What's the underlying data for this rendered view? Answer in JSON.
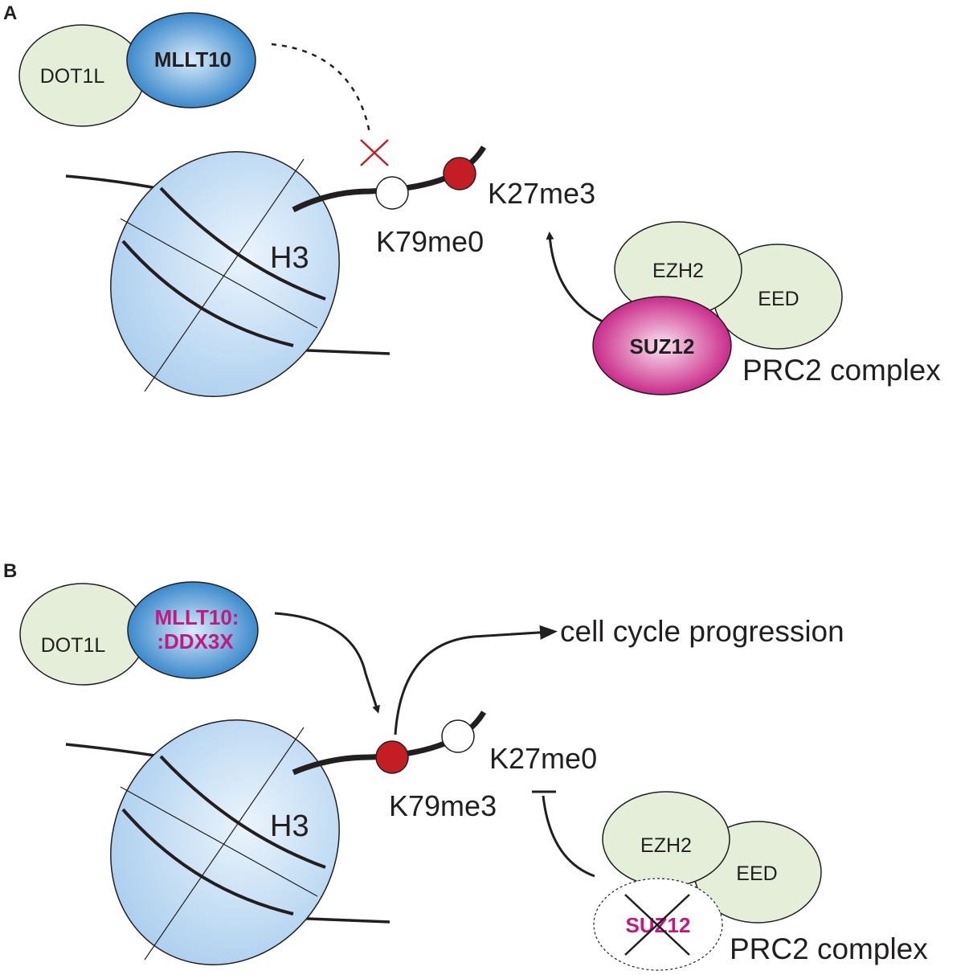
{
  "panels": [
    {
      "letter": "A",
      "dot1l": "DOT1L",
      "mllt_line1": "MLLT10",
      "mllt_line2": "",
      "histone": "H3",
      "k79_label": "K79me0",
      "k27_label": "K27me3",
      "ezh2": "EZH2",
      "eed": "EED",
      "suz12": "SUZ12",
      "complex": "PRC2 complex"
    },
    {
      "letter": "B",
      "dot1l": "DOT1L",
      "mllt_line1": "MLLT10:",
      "mllt_line2": ":DDX3X",
      "histone": "H3",
      "k79_label": "K79me3",
      "k27_label": "K27me0",
      "ezh2": "EZH2",
      "eed": "EED",
      "suz12": "SUZ12",
      "complex": "PRC2 complex",
      "outcome": "cell cycle progression"
    }
  ],
  "colors": {
    "protein_fill": "#e4eed8",
    "mllt_blue": "#2f86cc",
    "suz12_magenta": "#c4187f",
    "methyl_red": "#c41e24",
    "histone_blue": "#c9e0f6",
    "line": "#231f20"
  }
}
